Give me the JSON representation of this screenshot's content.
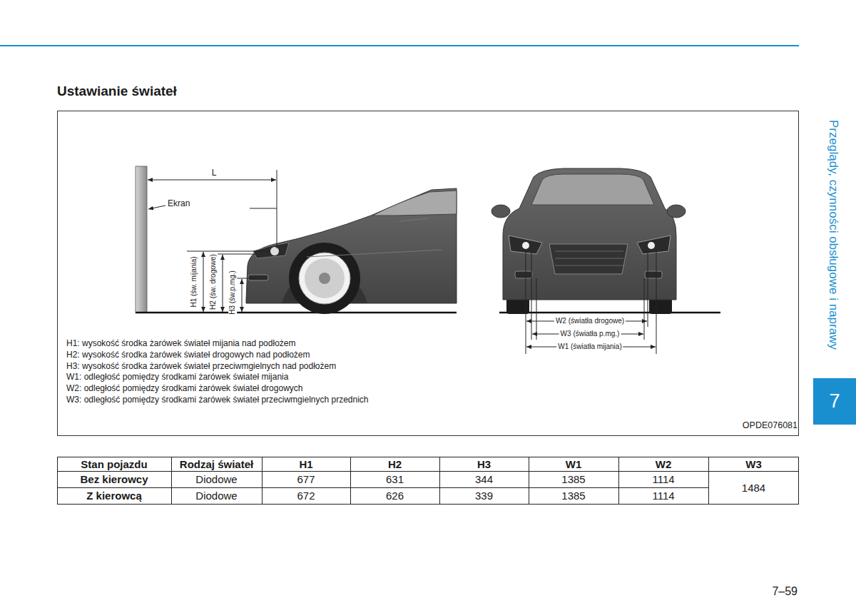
{
  "diagram": {
    "title": "Ustawianie świateł",
    "nodes": [
      {
        "text": [
          "7"
        ]
      }
    ],
    "labels": [
      "L",
      "Ekran",
      "H1 (św. mijania)",
      "H2 (św. drogowe)",
      "H3 (św.p.mg.)",
      "W2 (światła drogowe)",
      "W3 (światła p.mg.)",
      "W1 (światła mijania)",
      "H1: wysokość środka żarówek świateł mijania nad podłożem",
      "H2: wysokość środka żarówek świateł drogowych nad podłożem",
      "H3: wysokość środka żarówek świateł przeciwmgielnych nad podłożem",
      "W1: odległość pomiędzy środkami żarówek świateł mijania",
      "W2: odległość pomiędzy środkami żarówek świateł drogowych",
      "W3: odległość pomiędzy środkami żarówek świateł przeciwmgielnych przednich",
      "OPDE076081",
      "Stan pojazdu",
      "Rodzaj świateł",
      "H1",
      "H2",
      "H3",
      "W1",
      "W2",
      "W3",
      "Bez kierowcy",
      "Diodowe",
      "677",
      "631",
      "344",
      "1385",
      "1114",
      "1484",
      "Z kierowcą",
      "Diodowe",
      "672",
      "626",
      "339",
      "1385",
      "1114",
      "Przeglądy, czynności obsługowe i naprawy",
      "7–59"
    ]
  }
}
